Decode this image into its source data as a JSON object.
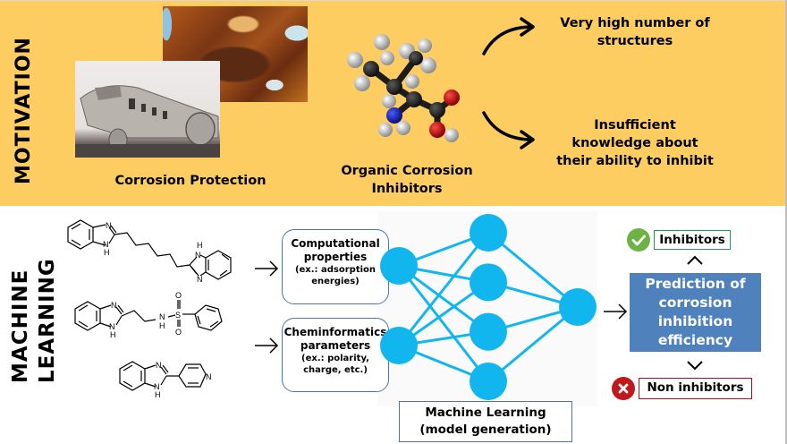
{
  "sections": {
    "motivation": {
      "title": "MOTIVATION",
      "corrosion_label": "Corrosion Protection",
      "inhibitors_label_line1": "Organic Corrosion",
      "inhibitors_label_line2": "Inhibitors",
      "outcome_1_line1": "Very high number of",
      "outcome_1_line2": "structures",
      "outcome_2_line1": "Insufficient",
      "outcome_2_line2": "knowledge about",
      "outcome_2_line3": "their ability to inhibit"
    },
    "machine_learning": {
      "title_line1": "MACHINE",
      "title_line2": "LEARNING",
      "molecules": [
        {
          "name": "bis-benzimidazolyl-butane",
          "atoms": [
            "N",
            "H",
            "N",
            "H",
            "N"
          ]
        },
        {
          "name": "benzimidazolyl-ethyl-benzenesulfonamide",
          "atoms": [
            "N",
            "H",
            "N",
            "H",
            "S",
            "O",
            "O"
          ]
        },
        {
          "name": "pyridinyl-benzimidazole",
          "atoms": [
            "N",
            "H",
            "N"
          ]
        }
      ],
      "atom_labels": {
        "N": "N",
        "H": "H",
        "S": "S",
        "O": "O",
        "NH": "N",
        "Hsub": "H"
      },
      "input_boxes": [
        {
          "title_line1": "Computational",
          "title_line2": "properties",
          "sub_line1": "(ex.: adsorption",
          "sub_line2": "energies)"
        },
        {
          "title_line1": "Cheminformatics",
          "title_line2": "parameters",
          "sub_line1": "(ex.: polarity,",
          "sub_line2": "charge, etc.)"
        }
      ],
      "network": {
        "input_nodes": 2,
        "hidden_nodes": 4,
        "output_nodes": 1,
        "color": "#12b6ef"
      },
      "model_caption_line1": "Machine Learning",
      "model_caption_line2": "(model generation)",
      "prediction_line1": "Prediction of",
      "prediction_line2": "corrosion",
      "prediction_line3": "inhibition",
      "prediction_line4": "efficiency",
      "result_positive": "Inhibitors",
      "result_negative": "Non inhibitors"
    }
  },
  "colors": {
    "motivation_bg": "#fdcd61",
    "prediction_box": "#4f81bd",
    "positive": "#6db244",
    "negative": "#c0191b"
  }
}
